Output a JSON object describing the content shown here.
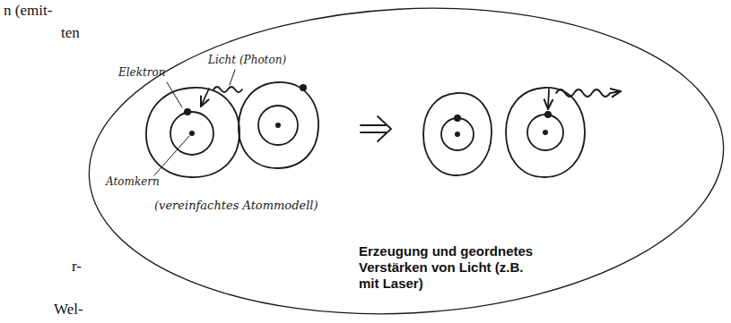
{
  "diagram": {
    "nodes": [
      {
        "text": [
          "Erzeugung und geordnetes Verstärken von Licht (z.B. mit Laser)"
        ]
      }
    ],
    "edges": [],
    "labels": [
      "n (emit-",
      "ten",
      "Elektron",
      "Licht (Photon)",
      "Atomkern",
      "(vereinfachtes Atommodell)",
      "r-",
      "Wel-"
    ]
  }
}
